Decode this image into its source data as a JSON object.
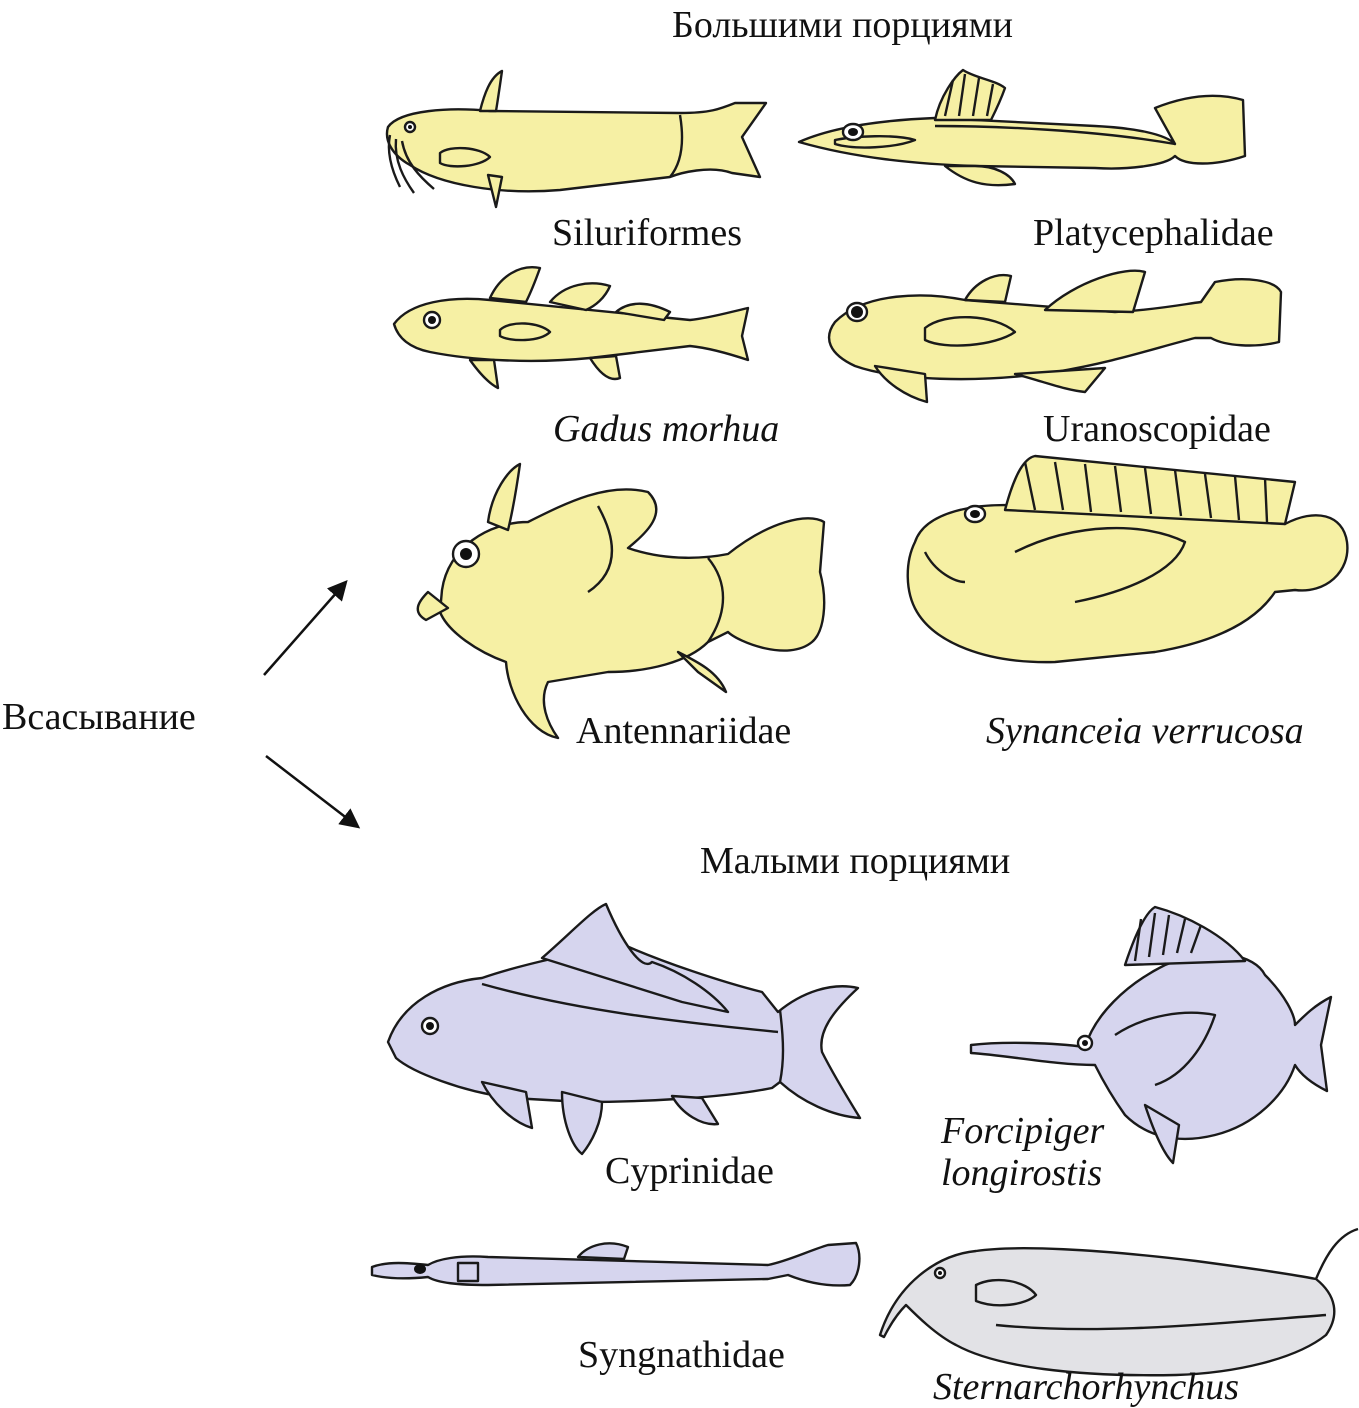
{
  "diagram": {
    "root_label": "Всасывание",
    "groups": [
      {
        "heading": "Большими порциями",
        "color": "#f6f0a4",
        "taxa": [
          {
            "name": "Siluriformes",
            "italic": false
          },
          {
            "name": "Platycephalidae",
            "italic": false
          },
          {
            "name": "Gadus morhua",
            "italic": true
          },
          {
            "name": "Uranoscopidae",
            "italic": false
          },
          {
            "name": "Antennariidae",
            "italic": false
          },
          {
            "name": "Synanceia verrucosa",
            "italic": true
          }
        ]
      },
      {
        "heading": "Малыми порциями",
        "color": "#d6d5ee",
        "taxa": [
          {
            "name": "Cyprinidae",
            "italic": false
          },
          {
            "name": "Forcipiger",
            "italic": true
          },
          {
            "name": "longirostis",
            "italic": true
          },
          {
            "name": "Syngnathidae",
            "italic": false
          },
          {
            "name": "Sternarchorhynchus",
            "italic": true
          }
        ]
      }
    ]
  }
}
